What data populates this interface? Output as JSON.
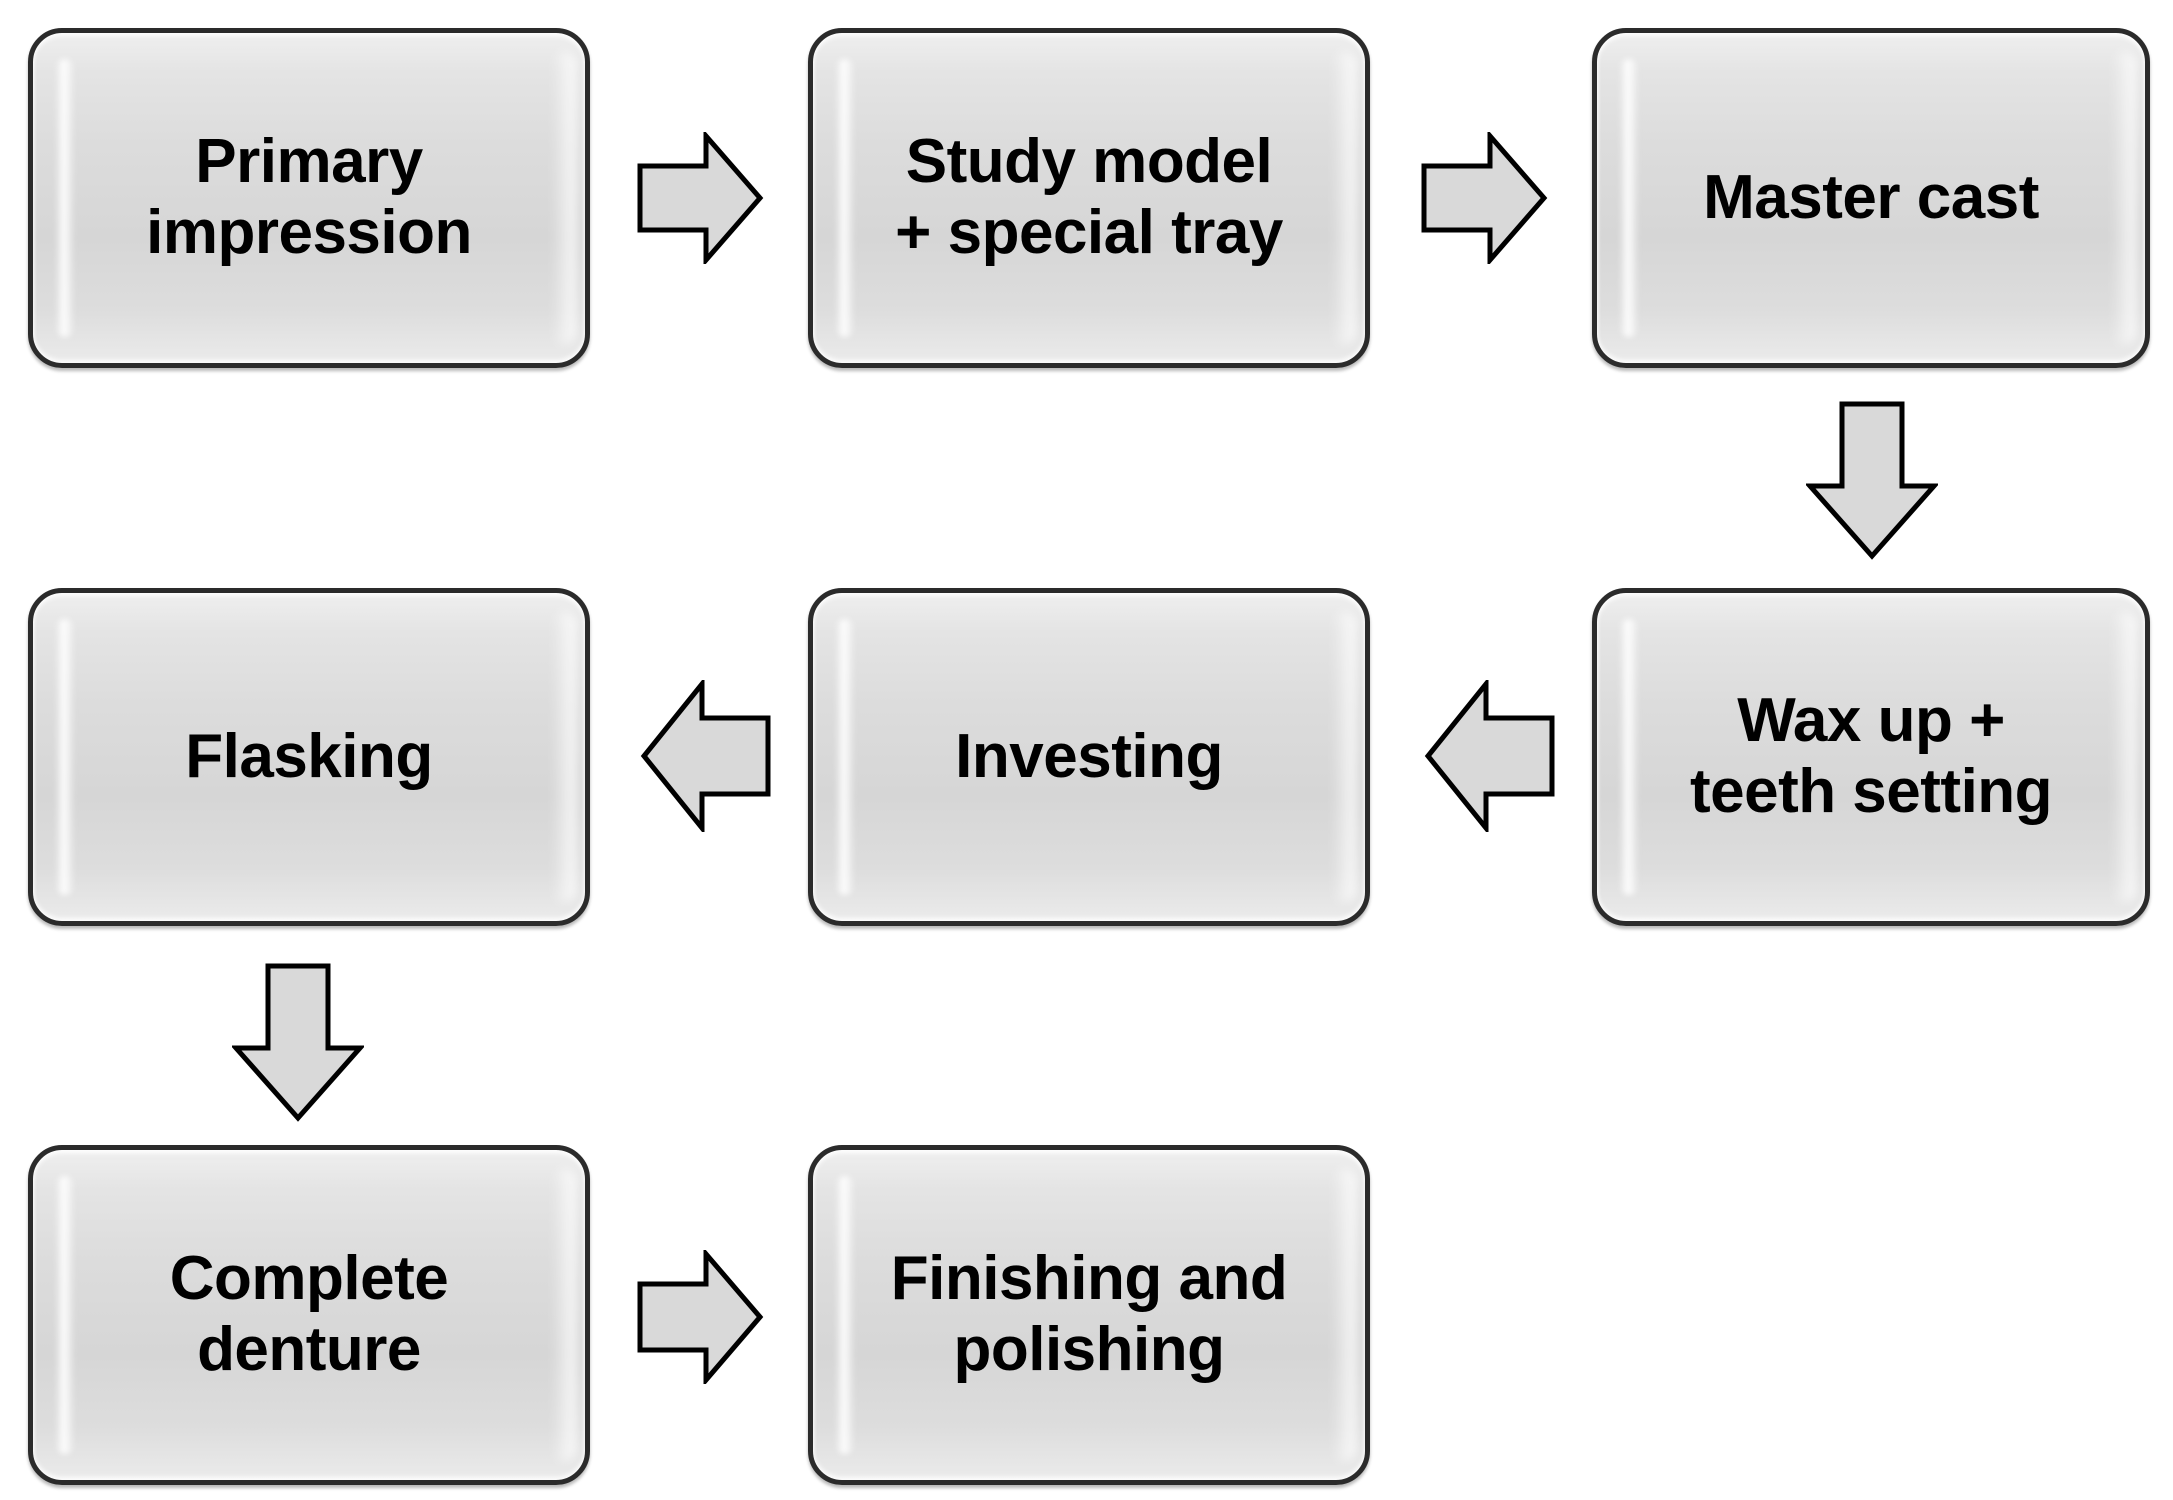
{
  "diagram": {
    "title": "Complete denture fabrication process flowchart",
    "type": "flowchart",
    "background_color": "#ffffff",
    "node_fill_color": "#d6d6d6",
    "node_border_color": "#2b2b2b",
    "arrow_fill_color": "#d9d9d9",
    "arrow_border_color": "#000000",
    "text_color": "#000000"
  },
  "nodes": [
    {
      "id": "primary-impression",
      "label": "Primary\nimpression",
      "row": 1,
      "col": 1
    },
    {
      "id": "study-model",
      "label": "Study model\n+ special tray",
      "row": 1,
      "col": 2
    },
    {
      "id": "master-cast",
      "label": "Master cast",
      "row": 1,
      "col": 3
    },
    {
      "id": "flasking",
      "label": "Flasking",
      "row": 2,
      "col": 1
    },
    {
      "id": "investing",
      "label": "Investing",
      "row": 2,
      "col": 2
    },
    {
      "id": "wax-up",
      "label": "Wax up +\nteeth setting",
      "row": 2,
      "col": 3
    },
    {
      "id": "complete-denture",
      "label": "Complete\ndenture",
      "row": 3,
      "col": 1
    },
    {
      "id": "finishing-polishing",
      "label": "Finishing and\npolishing",
      "row": 3,
      "col": 2
    }
  ],
  "connectors": [
    {
      "id": "arrow-primary-to-study",
      "from": "primary-impression",
      "to": "study-model",
      "direction": "right"
    },
    {
      "id": "arrow-study-to-master",
      "from": "study-model",
      "to": "master-cast",
      "direction": "right"
    },
    {
      "id": "arrow-master-to-wax",
      "from": "master-cast",
      "to": "wax-up",
      "direction": "down"
    },
    {
      "id": "arrow-wax-to-investing",
      "from": "wax-up",
      "to": "investing",
      "direction": "left"
    },
    {
      "id": "arrow-investing-to-flask",
      "from": "investing",
      "to": "flasking",
      "direction": "left"
    },
    {
      "id": "arrow-flask-to-denture",
      "from": "flasking",
      "to": "complete-denture",
      "direction": "down"
    },
    {
      "id": "arrow-denture-to-finish",
      "from": "complete-denture",
      "to": "finishing-polishing",
      "direction": "right"
    }
  ]
}
